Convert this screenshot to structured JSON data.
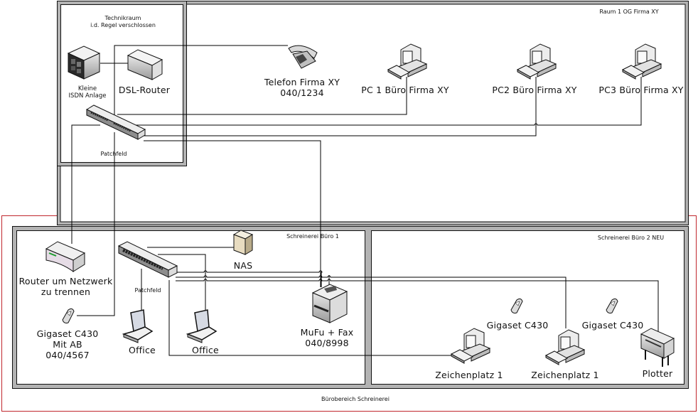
{
  "colors": {
    "wall": "#b3b3b3",
    "wall_edge": "#111111",
    "area_border": "#c0262d",
    "cable": "#000000"
  },
  "zones": {
    "technikraum": {
      "line1": "Technikraum",
      "line2": "i.d. Regel verschlossen"
    },
    "raum1": {
      "label": "Raum 1 OG Firma XY"
    },
    "buero1": {
      "label": "Schreinerei Büro 1"
    },
    "buero2": {
      "label": "Schreinerei Büro 2 NEU"
    },
    "bereich": {
      "label": "Bürobereich Schreinerei"
    }
  },
  "devices": {
    "isdn": {
      "icon": "pbx-server-icon",
      "line1": "Kleine",
      "line2": "ISDN Anlage"
    },
    "dsl_router": {
      "icon": "router-box-icon",
      "label": "DSL-Router"
    },
    "patch_top": {
      "icon": "patch-panel-icon",
      "label": "Patchfeld"
    },
    "telefon": {
      "icon": "desk-phone-icon",
      "line1": "Telefon Firma XY",
      "line2": "040/1234"
    },
    "pc1": {
      "icon": "workstation-icon",
      "label": "PC 1 Büro Firma XY"
    },
    "pc2": {
      "icon": "workstation-icon",
      "label": "PC2 Büro Firma XY"
    },
    "pc3": {
      "icon": "workstation-icon",
      "label": "PC3 Büro Firma XY"
    },
    "router_trennen": {
      "icon": "router-icon",
      "line1": "Router um Netzwerk",
      "line2": "zu trennen"
    },
    "gigaset_ab": {
      "icon": "cordless-phone-icon",
      "line1": "Gigaset C430",
      "line2": "Mit AB",
      "line3": "040/4567"
    },
    "patch_bottom": {
      "icon": "patch-panel-icon",
      "label": "Patchfeld"
    },
    "nas": {
      "icon": "nas-server-icon",
      "label": "NAS"
    },
    "office1": {
      "icon": "laptop-icon",
      "label": "Office"
    },
    "office2": {
      "icon": "laptop-icon",
      "label": "Office"
    },
    "mufu": {
      "icon": "multifunction-printer-icon",
      "line1": "MuFu + Fax",
      "line2": "040/8998"
    },
    "gigaset2": {
      "icon": "cordless-phone-icon",
      "label": "Gigaset C430"
    },
    "gigaset3": {
      "icon": "cordless-phone-icon",
      "label": "Gigaset C430"
    },
    "zeichen1": {
      "icon": "workstation-icon",
      "label": "Zeichenplatz 1"
    },
    "zeichen2": {
      "icon": "workstation-icon",
      "label": "Zeichenplatz 1"
    },
    "plotter": {
      "icon": "plotter-icon",
      "label": "Plotter"
    }
  }
}
